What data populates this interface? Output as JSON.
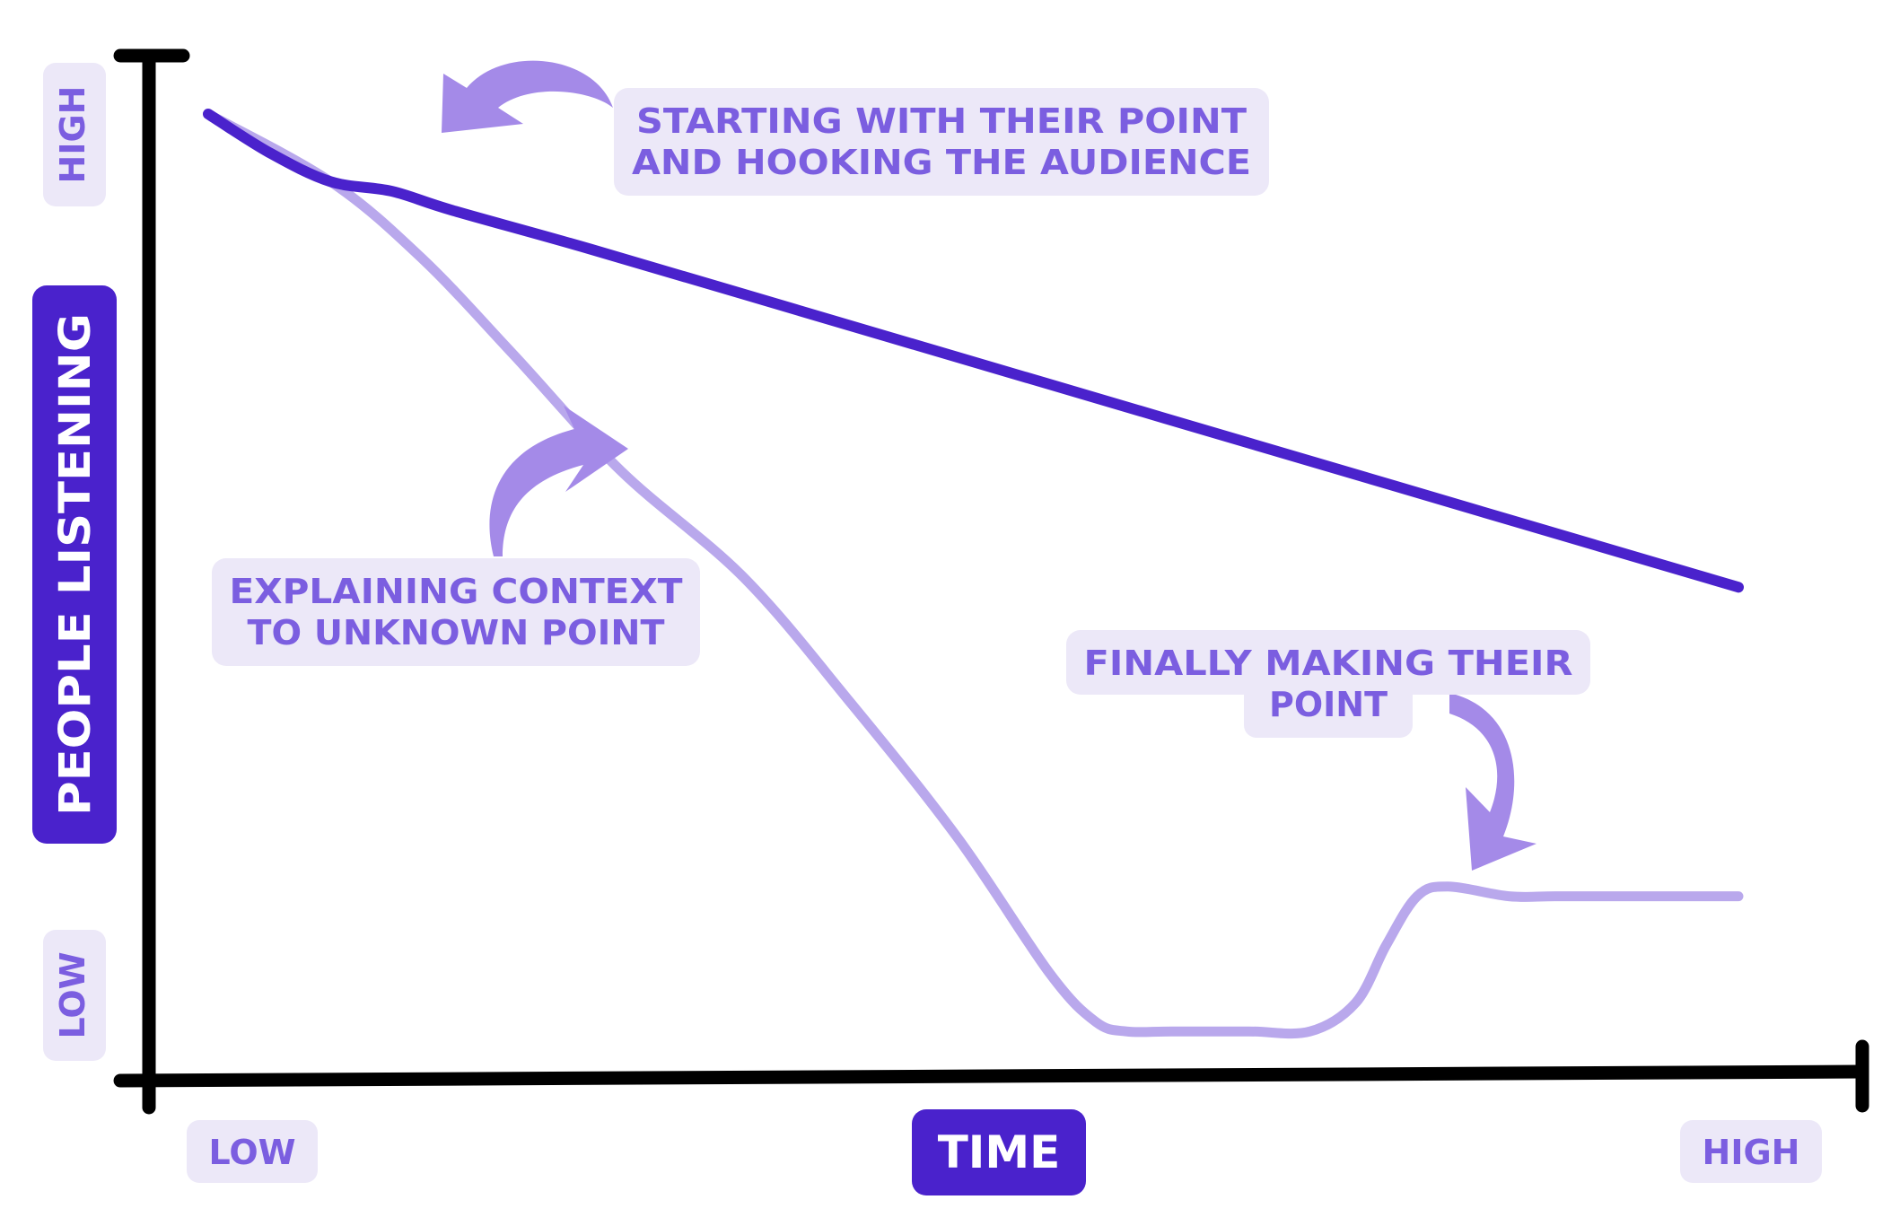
{
  "chart_data": {
    "type": "line",
    "xlabel": "TIME",
    "ylabel": "PEOPLE LISTENING",
    "x_tick_labels": [
      "LOW",
      "HIGH"
    ],
    "y_tick_labels": [
      "LOW",
      "HIGH"
    ],
    "xlim": [
      0,
      100
    ],
    "ylim": [
      0,
      100
    ],
    "grid": false,
    "legend": "none",
    "colors": {
      "primary": "#4a22cc",
      "light": "#b9a8ec",
      "arrow": "#a48ae8",
      "label_bg": "#ece8f8",
      "label_text": "#7b5ee0",
      "axis": "#000000"
    },
    "series": [
      {
        "color": "#4a22cc",
        "x": [
          0,
          4,
          8,
          12,
          16,
          25,
          40,
          55,
          70,
          85,
          100
        ],
        "y": [
          96,
          92,
          89,
          88,
          86,
          82,
          75,
          68,
          61,
          54,
          47
        ]
      },
      {
        "color": "#b9a8ec",
        "x": [
          0,
          8,
          14,
          20,
          27,
          35,
          42,
          49,
          55,
          58,
          60,
          63,
          68,
          72,
          75,
          77,
          79,
          81,
          85,
          88,
          92,
          100
        ],
        "y": [
          96,
          89,
          81,
          71,
          59,
          48,
          35,
          21,
          7,
          2,
          1,
          1,
          1,
          1,
          4,
          10,
          15,
          16,
          15,
          15,
          15,
          15
        ]
      }
    ],
    "annotations": [
      {
        "lines": [
          "STARTING WITH THEIR POINT",
          "AND HOOKING THE AUDIENCE"
        ]
      },
      {
        "lines": [
          "EXPLAINING CONTEXT",
          "TO UNKNOWN POINT"
        ]
      },
      {
        "lines": [
          "FINALLY MAKING THEIR",
          "POINT"
        ]
      }
    ]
  }
}
